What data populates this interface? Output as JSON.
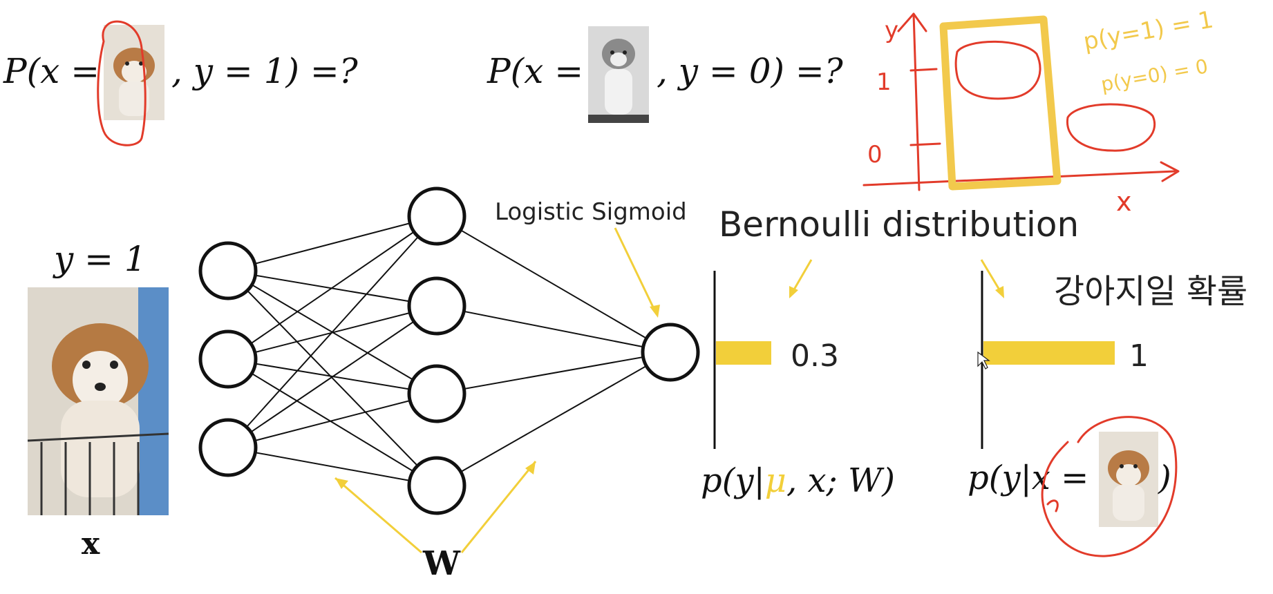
{
  "top_left_formula": {
    "prefix": "P(x =",
    "suffix": ", y = 1) =?"
  },
  "top_mid_formula": {
    "prefix": "P(x =",
    "suffix": ", y = 0) =?"
  },
  "label_y": "y = 1",
  "label_x": "x",
  "label_w": "W",
  "sigmoid_label": "Logistic Sigmoid",
  "bernoulli_label": "Bernoulli distribution",
  "korean_label": "강아지일 확률",
  "bar_left": {
    "value": 0.3,
    "label": "0.3"
  },
  "bar_right": {
    "value": 1,
    "label": "1"
  },
  "formula_left": {
    "p": "p(y|",
    "mu": "μ",
    "rest": ", x; W)"
  },
  "formula_right": {
    "p": "p(y|x =",
    "close": ")"
  },
  "handwritten": {
    "axis_y": "y",
    "axis_x": "x",
    "tick_1": "1",
    "tick_0": "0",
    "note1": "p(y=1) = 1",
    "note2": "p(y=0) = 0"
  },
  "colors": {
    "accent": "#f2cf3a",
    "bar": "#f2cf3a",
    "annotation": "#e23b2a"
  }
}
